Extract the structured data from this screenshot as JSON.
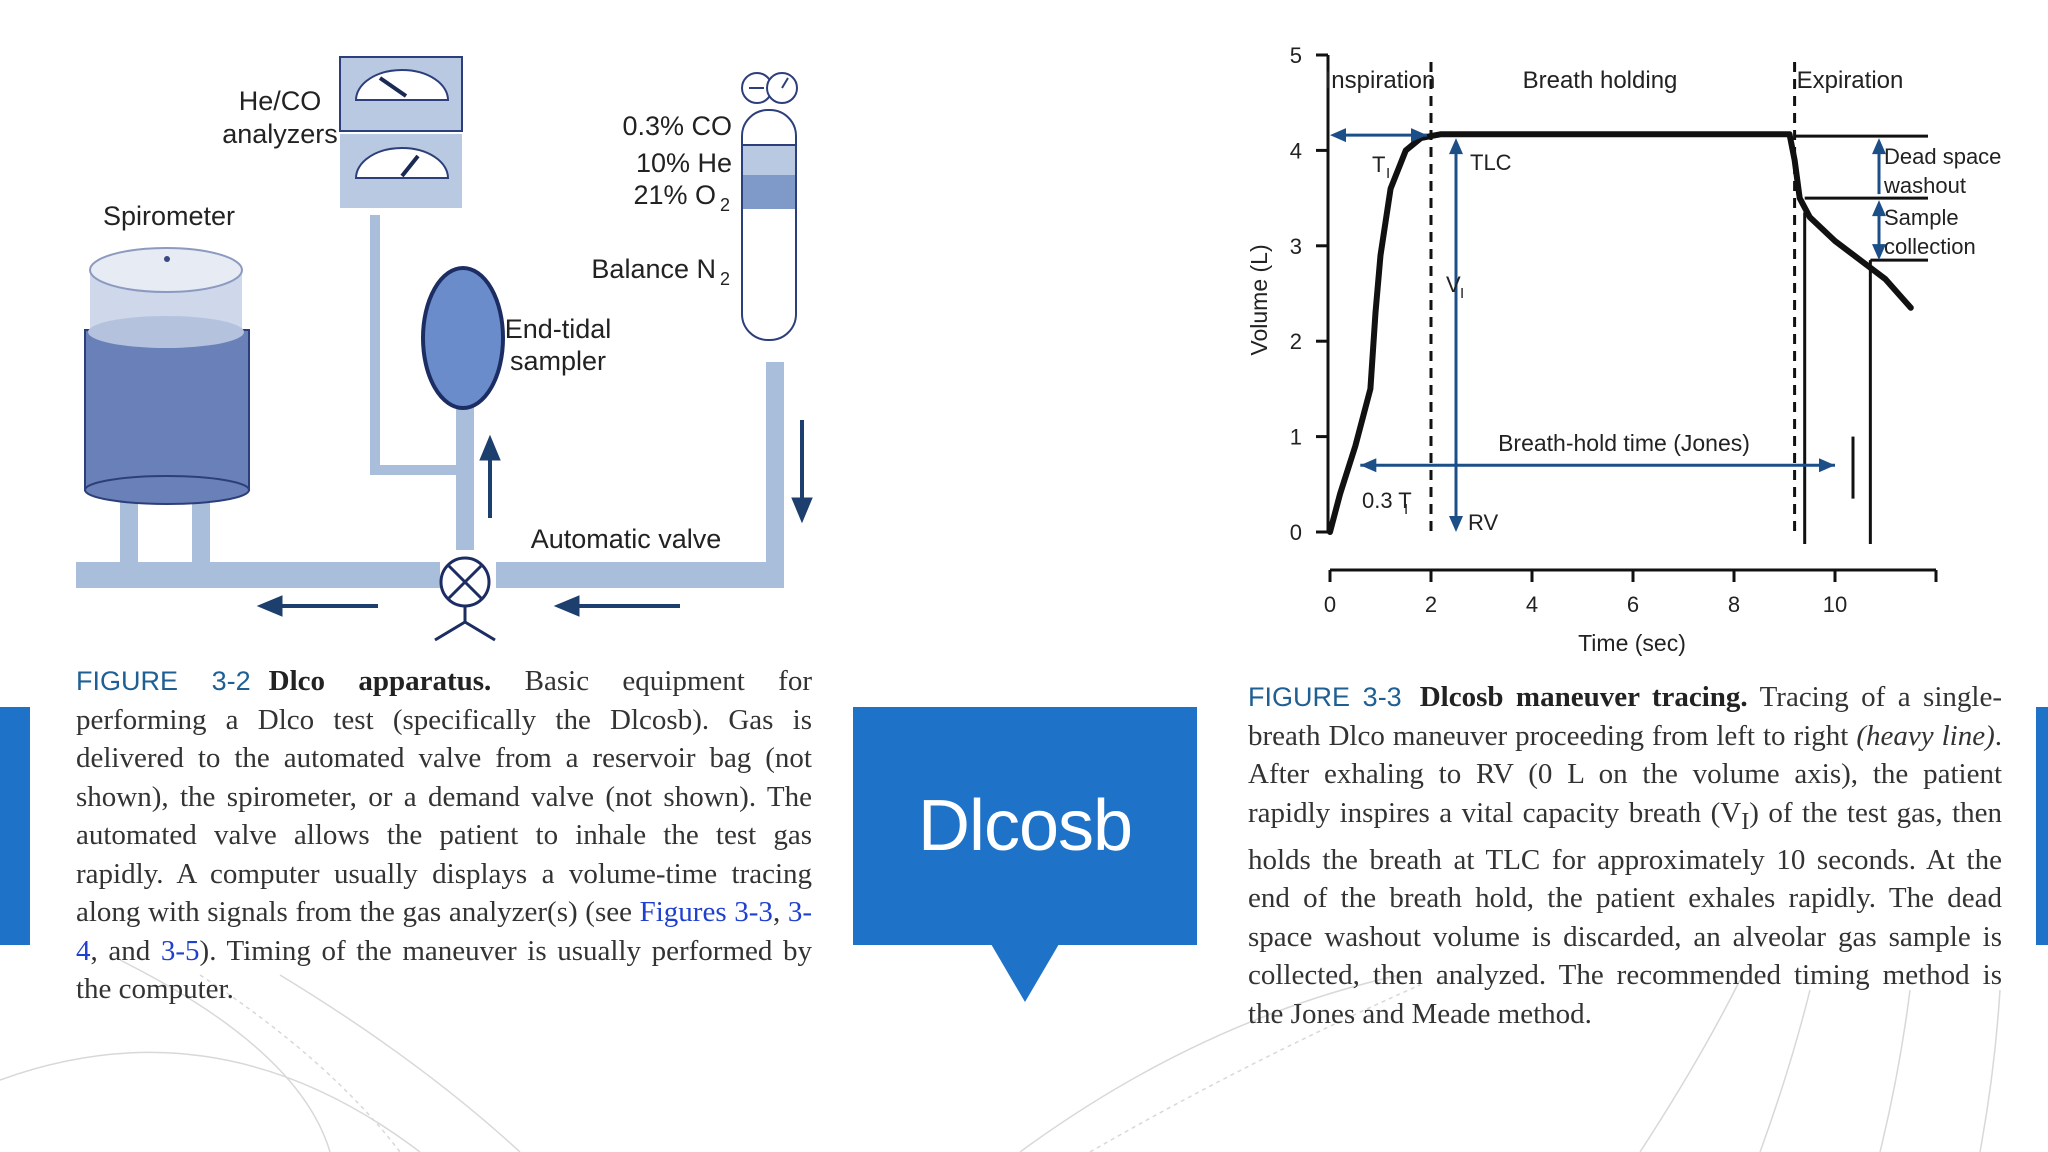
{
  "slide": {
    "title": "Dlcosb",
    "accent_color": "#1e73c8"
  },
  "figure_left": {
    "labels": {
      "analyzers": [
        "He/CO",
        "analyzers"
      ],
      "spirometer": "Spirometer",
      "gas_co": "0.3% CO",
      "gas_he": "10% He",
      "gas_o2": "21% O",
      "gas_o2_sub": "2",
      "gas_n2": "Balance N",
      "gas_n2_sub": "2",
      "sampler": [
        "End-tidal",
        "sampler"
      ],
      "valve": "Automatic valve"
    },
    "caption": {
      "label": "FIGURE 3-2",
      "title": "Dlco apparatus.",
      "text_1": " Basic equipment for performing a Dlco test (specifically the Dlcosb). Gas is delivered to the automated valve from a reservoir bag (not shown), the spirometer, or a demand valve (not shown). The automated valve allows the patient to inhale the test gas rapidly. A computer usually displays a volume-time tracing along with signals from the gas analyzer(s) (see ",
      "link_1": "Figures 3-3",
      "sep_1": ", ",
      "link_2": "3-4",
      "sep_2": ", and ",
      "link_3": "3-5",
      "text_2": "). Timing of the maneuver is usually performed by the computer."
    }
  },
  "figure_right": {
    "phases": {
      "inspiration": "Inspiration",
      "breath_holding": "Breath holding",
      "expiration": "Expiration"
    },
    "annotations": {
      "ti": "T",
      "ti_sub": "I",
      "tlc": "TLC",
      "vi": "V",
      "vi_sub": "I",
      "rv": "RV",
      "point3ti": "0.3 T",
      "point3ti_sub": "I",
      "jones": "Breath-hold time (Jones)",
      "dead_space": [
        "Dead space",
        "washout"
      ],
      "sample": [
        "Sample",
        "collection"
      ]
    },
    "caption": {
      "label": "FIGURE 3-3",
      "title": "Dlcosb maneuver tracing.",
      "text_1": " Tracing of a single-breath Dlco maneuver proceeding from left to right ",
      "italic": "(heavy line)",
      "text_2": ". After exhaling to RV (0 L on the volume axis), the patient rapidly inspires a vital capacity breath (V",
      "sub": "I",
      "text_3": ") of the test gas, then holds the breath at TLC for approximately 10 seconds. At the end of the breath hold, the patient exhales rapidly. The dead space washout volume is discarded, an alveolar gas sample is collected, then analyzed. The recommended timing method is the Jones and Meade method."
    }
  },
  "chart_data": {
    "type": "line",
    "title": "",
    "xlabel": "Time (sec)",
    "ylabel": "Volume (L)",
    "xlim": [
      0,
      12
    ],
    "ylim": [
      0,
      5
    ],
    "xticks": [
      0,
      2,
      4,
      6,
      8,
      10
    ],
    "yticks": [
      0,
      1,
      2,
      3,
      4,
      5
    ],
    "grid": false,
    "series": [
      {
        "x": [
          0,
          0.2,
          0.5,
          0.8,
          0.9,
          1.0,
          1.2,
          1.5,
          1.8,
          2.0,
          2.2,
          3,
          5,
          7,
          9.1,
          9.2,
          9.3,
          9.5,
          10.0,
          10.5,
          11.0,
          11.5
        ],
        "y": [
          0.0,
          0.4,
          0.9,
          1.5,
          2.3,
          2.9,
          3.6,
          4.0,
          4.13,
          4.15,
          4.17,
          4.17,
          4.17,
          4.17,
          4.17,
          3.9,
          3.5,
          3.3,
          3.05,
          2.85,
          2.65,
          2.35
        ]
      }
    ],
    "markers": {
      "inspiration_end": 2,
      "expiration_start": 9.2,
      "tlc": 4.15,
      "dead_space_level": 3.5,
      "sample_level": 2.85,
      "sample_start": 9.4,
      "sample_end": 10.7,
      "jones_start": 0.6,
      "jones_end": 10.0
    }
  }
}
